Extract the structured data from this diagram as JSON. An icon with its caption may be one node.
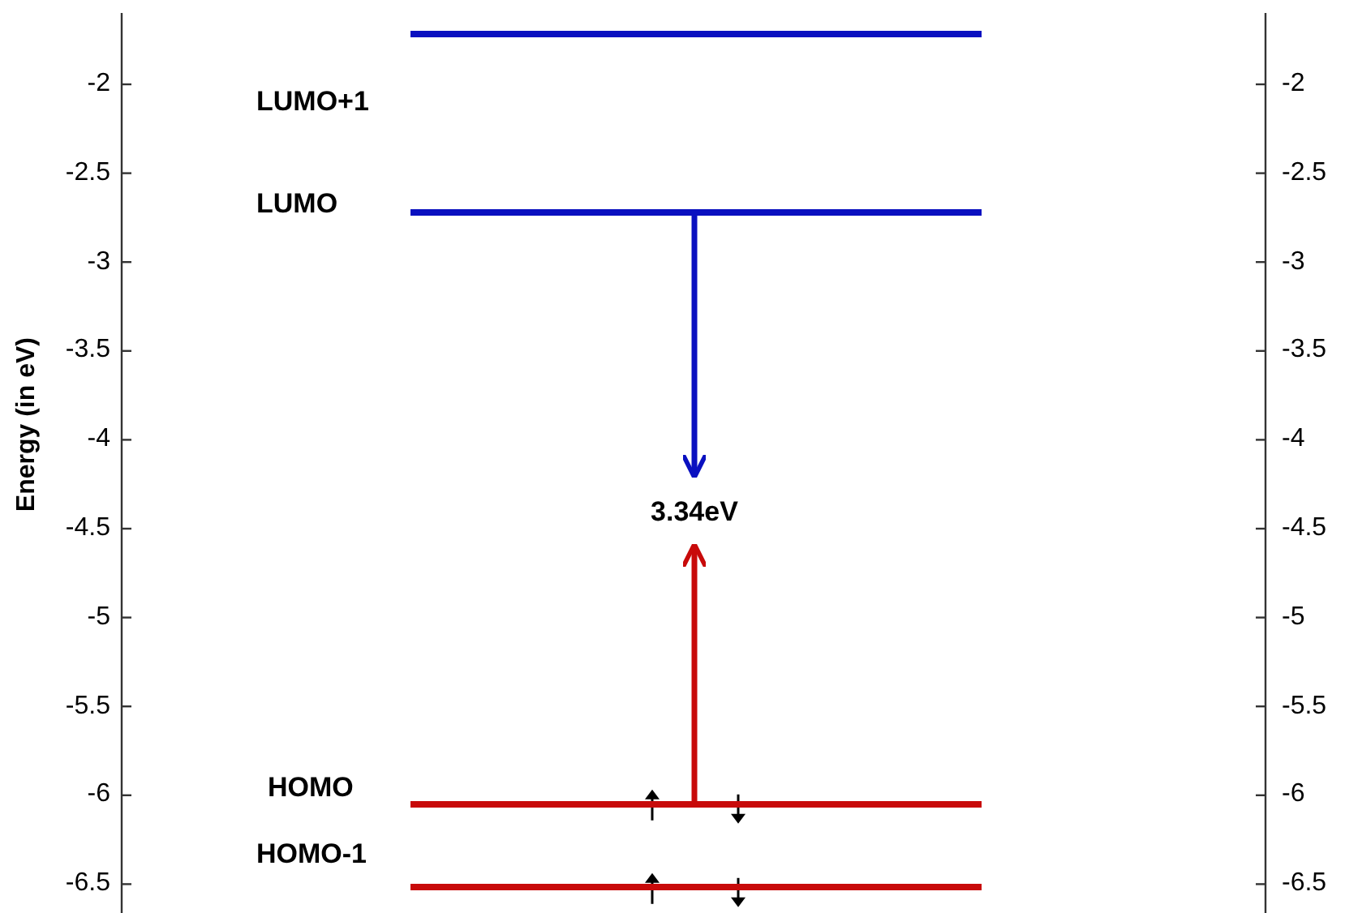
{
  "diagram": {
    "nodes": [
      {
        "text": [
          "LUMO+1"
        ]
      },
      {
        "text": [
          "LUMO"
        ]
      },
      {
        "text": [
          "3.34eV"
        ]
      },
      {
        "text": [
          "HOMO"
        ]
      },
      {
        "text": [
          "HOMO-1"
        ]
      }
    ],
    "edges": [
      {
        "from": 1,
        "to": 2,
        "arrow": "to",
        "color": "#0a10c0"
      },
      {
        "from": 3,
        "to": 2,
        "arrow": "to",
        "color": "#c80a0a"
      }
    ],
    "labels": [
      "Energy (in eV)",
      "-2",
      "-2.5",
      "-3",
      "-3.5",
      "-4",
      "-4.5",
      "-5",
      "-5.5",
      "-6",
      "-6.5",
      "-2",
      "-2.5",
      "-3",
      "-3.5",
      "-4",
      "-4.5",
      "-5",
      "-5.5",
      "-6",
      "-6.5"
    ]
  }
}
